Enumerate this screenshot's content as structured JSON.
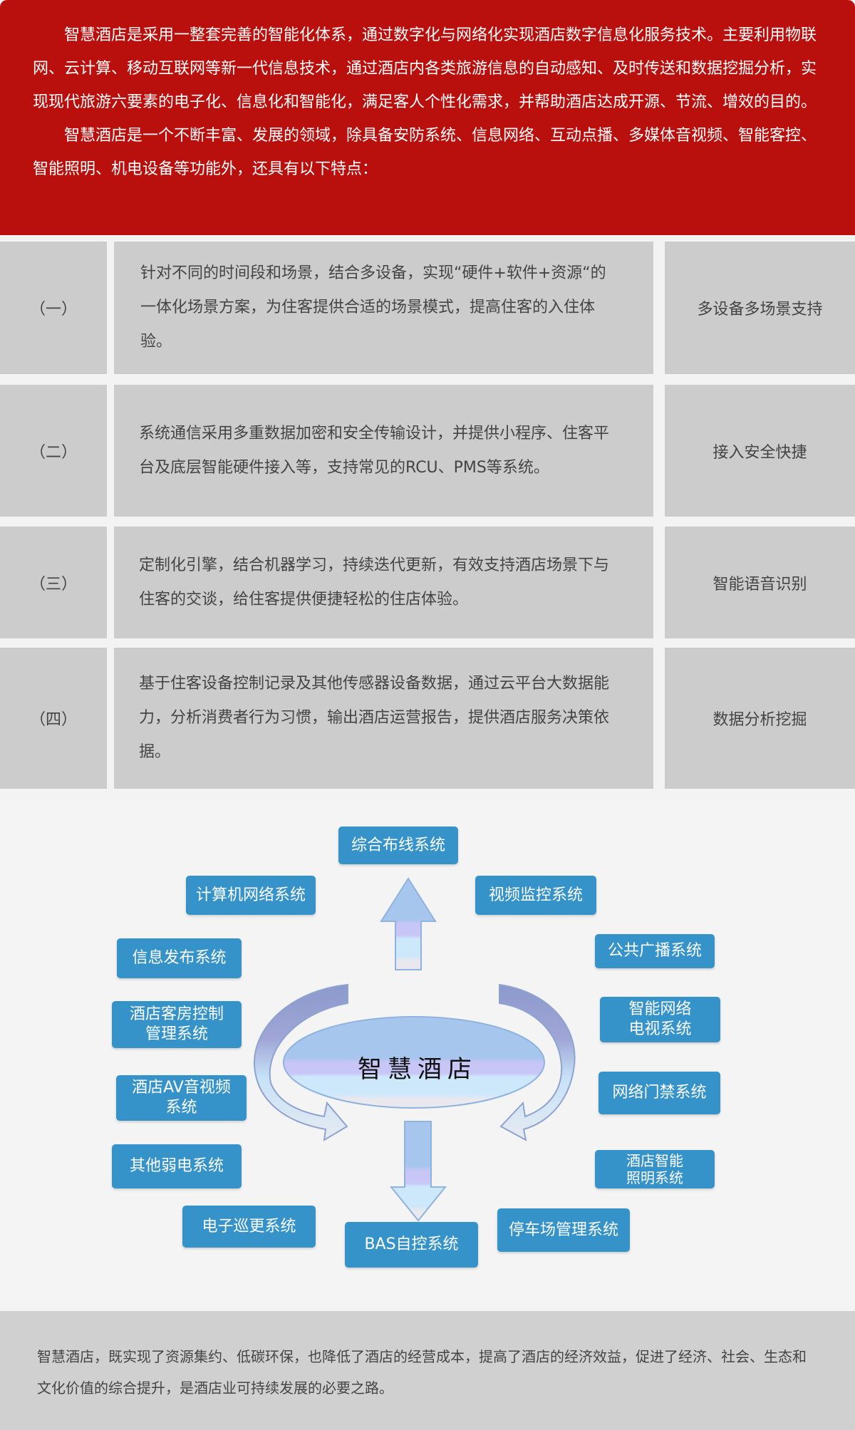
{
  "intro": {
    "paragraphs": [
      "智慧酒店是采用一整套完善的智能化体系，通过数字化与网络化实现酒店数字信息化服务技术。主要利用物联网、云计算、移动互联网等新一代信息技术，通过酒店内各类旅游信息的自动感知、及时传送和数据挖掘分析，实现现代旅游六要素的电子化、信息化和智能化，满足客人个性化需求，并帮助酒店达成开源、节流、增效的目的。",
      "智慧酒店是一个不断丰富、发展的领域，除具备安防系统、信息网络、互动点播、多媒体音视频、智能客控、智能照明、机电设备等功能外，还具有以下特点："
    ]
  },
  "features": [
    {
      "index": "（一）",
      "desc": "针对不同的时间段和场景，结合多设备，实现“硬件+软件+资源“的一体化场景方案，为住客提供合适的场景模式，提高住客的入住体验。",
      "title": "多设备多场景支持"
    },
    {
      "index": "（二）",
      "desc": "系统通信采用多重数据加密和安全传输设计，并提供小程序、住客平台及底层智能硬件接入等，支持常见的RCU、PMS等系统。",
      "title": "接入安全快捷"
    },
    {
      "index": "（三）",
      "desc": "定制化引擎，结合机器学习，持续迭代更新，有效支持酒店场景下与住客的交谈，给住客提供便捷轻松的住店体验。",
      "title": "智能语音识别"
    },
    {
      "index": "（四）",
      "desc": "基于住客设备控制记录及其他传感器设备数据，通过云平台大数据能力，分析消费者行为习惯，输出酒店运营报告，提供酒店服务决策依据。",
      "title": "数据分析挖掘"
    }
  ],
  "diagram": {
    "center": "智慧酒店",
    "systems": [
      "综合布线系统",
      "计算机网络系统",
      "视频监控系统",
      "信息发布系统",
      "公共广播系统",
      "酒店客房控制管理系统",
      "智能网络电视系统",
      "酒店AV音视频系统",
      "网络门禁系统",
      "其他弱电系统",
      "酒店智能照明系统",
      "电子巡更系统",
      "BAS自控系统",
      "停车场管理系统"
    ],
    "colors": {
      "box": "#3593c9",
      "arrow": "#a9c8ee"
    }
  },
  "footer": {
    "text": "智慧酒店，既实现了资源集约、低碳环保，也降低了酒店的经营成本，提高了酒店的经济效益，促进了经济、社会、生态和文化价值的综合提升，是酒店业可持续发展的必要之路。"
  }
}
